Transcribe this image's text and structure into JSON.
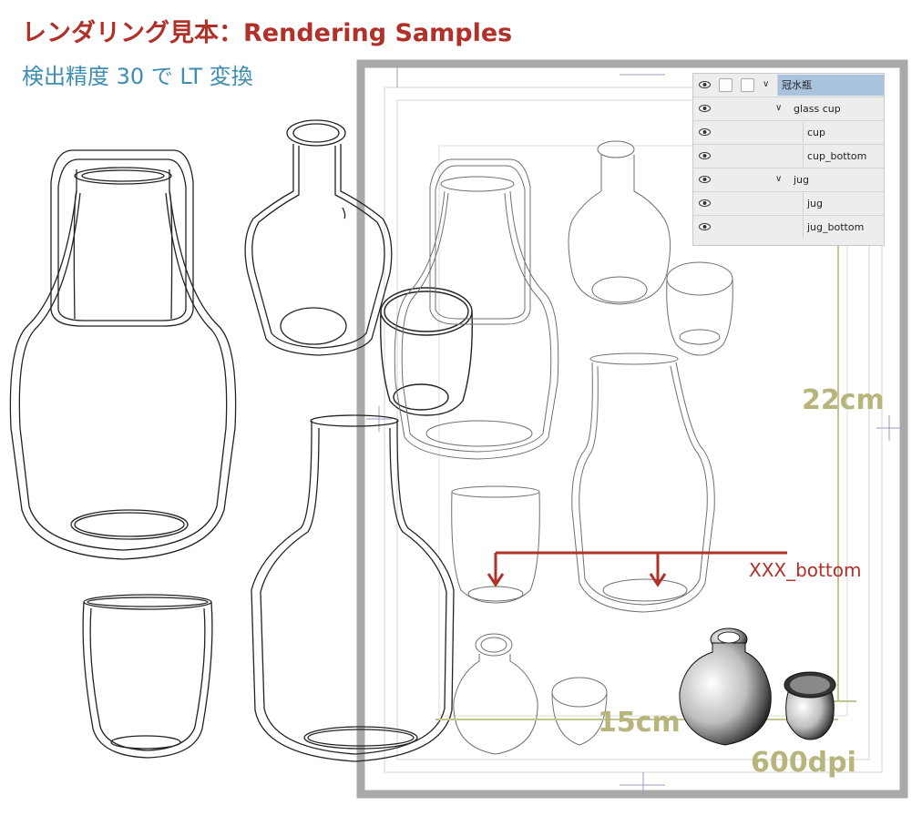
{
  "header": {
    "title": "レンダリング見本：Rendering Samples",
    "subtitle": "検出精度 30 で LT 変換"
  },
  "layers_panel": {
    "layers": [
      {
        "name": "冠水瓶",
        "level": 0,
        "expanded": true,
        "selected": true,
        "visible": true
      },
      {
        "name": "glass cup",
        "level": 1,
        "expanded": true,
        "selected": false,
        "visible": true
      },
      {
        "name": "cup",
        "level": 2,
        "selected": false,
        "visible": true
      },
      {
        "name": "cup_bottom",
        "level": 2,
        "selected": false,
        "visible": true
      },
      {
        "name": "jug",
        "level": 1,
        "expanded": true,
        "selected": false,
        "visible": true
      },
      {
        "name": "jug",
        "level": 2,
        "selected": false,
        "visible": true
      },
      {
        "name": "jug_bottom",
        "level": 2,
        "selected": false,
        "visible": true
      }
    ]
  },
  "annotations": {
    "height": "22cm",
    "width": "15cm",
    "resolution": "600dpi",
    "bottom_label": "XXX_bottom"
  },
  "colors": {
    "title": "#b0302a",
    "subtitle": "#3f8db0",
    "dimension": "#b7b57c",
    "arrow": "#b0302a",
    "frame": "#9e9e9e",
    "selection": "#a9c3dc"
  }
}
